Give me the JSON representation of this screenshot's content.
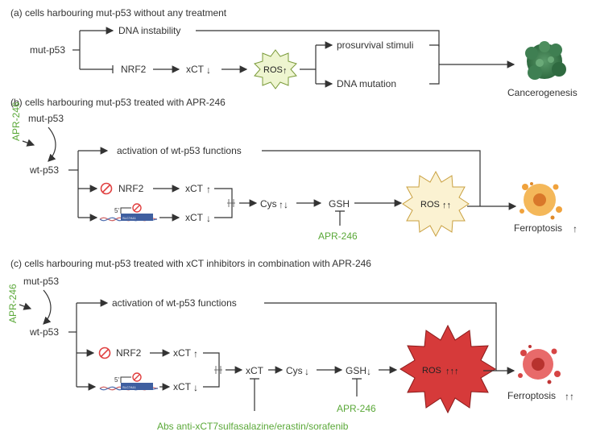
{
  "panel_a": {
    "title": "(a) cells harbouring mut-p53 without any treatment",
    "mut_p53": "mut-p53",
    "dna_instability": "DNA instability",
    "nrf2": "NRF2",
    "xct": "xCT",
    "ros": "ROS",
    "prosurvival": "prosurvival stimuli",
    "dna_mutation": "DNA mutation",
    "outcome": "Cancerogenesis"
  },
  "panel_b": {
    "title": "(b) cells harbouring mut-p53 treated with APR-246",
    "apr_side": "APR-246",
    "mut_p53": "mut-p53",
    "wt_p53": "wt-p53",
    "activation": "activation of wt-p53 functions",
    "nrf2": "NRF2",
    "xct_up": "xCT",
    "xct_down": "xCT",
    "gene_label": "SLC7A11",
    "promoter": "5'",
    "cys": "Cys",
    "gsh": "GSH",
    "ros": "ROS",
    "apr_bottom": "APR-246",
    "outcome": "Ferroptosis"
  },
  "panel_c": {
    "title": "(c) cells harbouring mut-p53 treated with xCT inhibitors in combination with APR-246",
    "apr_side": "APR-246",
    "mut_p53": "mut-p53",
    "wt_p53": "wt-p53",
    "activation": "activation of wt-p53 functions",
    "nrf2": "NRF2",
    "xct_up": "xCT",
    "xct_down": "xCT",
    "gene_label": "SLC7A11",
    "promoter": "5'",
    "xct_mid": "xCT",
    "cys": "Cys",
    "gsh": "GSH",
    "ros": "ROS",
    "apr_bottom": "APR-246",
    "inhibitors": "Abs anti-xCT7sulfasalazine/erastin/sorafenib",
    "outcome": "Ferroptosis"
  },
  "colors": {
    "line": "#333333",
    "green_text": "#5aa838",
    "ros_a_fill": "#eef5d0",
    "ros_b_fill": "#fbf2d2",
    "ros_c_fill": "#d63a3a",
    "tumor": "#3f7f52",
    "ferro_b": "#f0a23c",
    "ferro_c": "#d64545",
    "gene_box": "#3f5fa0",
    "inhibit_red": "#e04040"
  }
}
